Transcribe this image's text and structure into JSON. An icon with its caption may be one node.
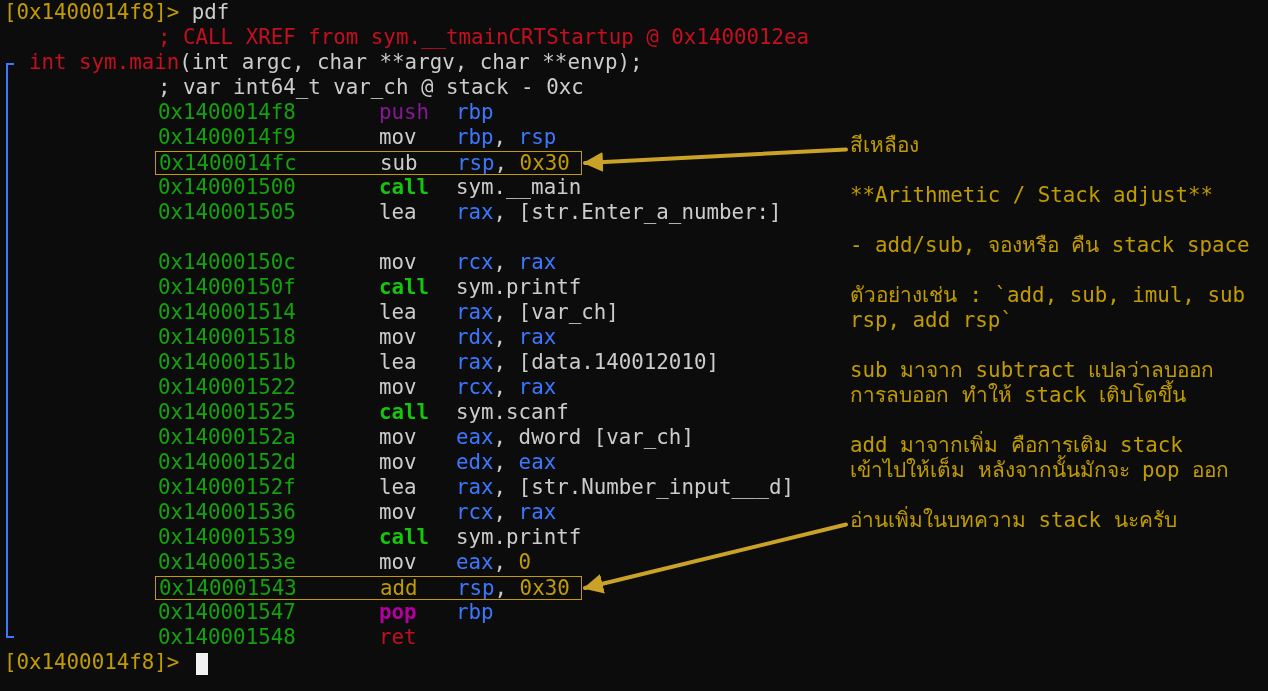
{
  "diagram": {
    "nodes": [
      {
        "text": [
          "0x1400014fc",
          "sub",
          "rsp, 0x30"
        ]
      },
      {
        "text": [
          "0x140001543",
          "add",
          "rsp, 0x30"
        ]
      },
      {
        "text": [
          "สีเหลือง"
        ]
      },
      {
        "text": [
          "อ่านเพิ่มในบทความ stack นะครับ"
        ]
      }
    ],
    "edges": [
      {
        "from": 2,
        "to": 0,
        "arrow": "to"
      },
      {
        "from": 3,
        "to": 1,
        "arrow": "to"
      }
    ],
    "labels": [
      "[0x1400014f8]>",
      "pdf",
      "; CALL XREF from sym.__tmainCRTStartup @ 0x1400012ea",
      "int sym.main(int argc, char **argv, char **envp);",
      "; var int64_t var_ch @ stack - 0xc",
      "0x1400014f8",
      "push",
      "rbp",
      "0x1400014f9",
      "mov",
      "rbp, rsp",
      "0x140001500",
      "call",
      "sym.__main",
      "0x140001505",
      "lea",
      "rax, [str.Enter_a_number:]",
      "0x14000150c",
      "mov",
      "rcx, rax",
      "0x14000150f",
      "call",
      "sym.printf",
      "0x140001514",
      "lea",
      "rax, [var_ch]",
      "0x140001518",
      "mov",
      "rdx, rax",
      "0x14000151b",
      "lea",
      "rax, [data.140012010]",
      "0x140001522",
      "mov",
      "rcx, rax",
      "0x140001525",
      "call",
      "sym.scanf",
      "0x14000152a",
      "mov",
      "eax, dword [var_ch]",
      "0x14000152d",
      "mov",
      "edx, eax",
      "0x14000152f",
      "lea",
      "rax, [str.Number_input___d]",
      "0x140001536",
      "mov",
      "rcx, rax",
      "0x140001539",
      "call",
      "sym.printf",
      "0x14000153e",
      "mov",
      "eax, 0",
      "0x140001547",
      "pop",
      "rbp",
      "0x140001548",
      "ret",
      "[0x1400014f8]>",
      "**Arithmetic / Stack adjust**",
      "- add/sub, จองหรือ คืน stack space",
      "ตัวอย่างเช่น : `add, sub, imul, sub rsp, add rsp`",
      "sub มาจาก subtract แปลว่าลบออก การลบออก ทำให้ stack เติบโตขึ้น",
      "add มาจากเพิ่ม คือการเติม stack เข้าไปให้เต็ม หลังจากนั้นมักจะ pop ออก"
    ]
  }
}
